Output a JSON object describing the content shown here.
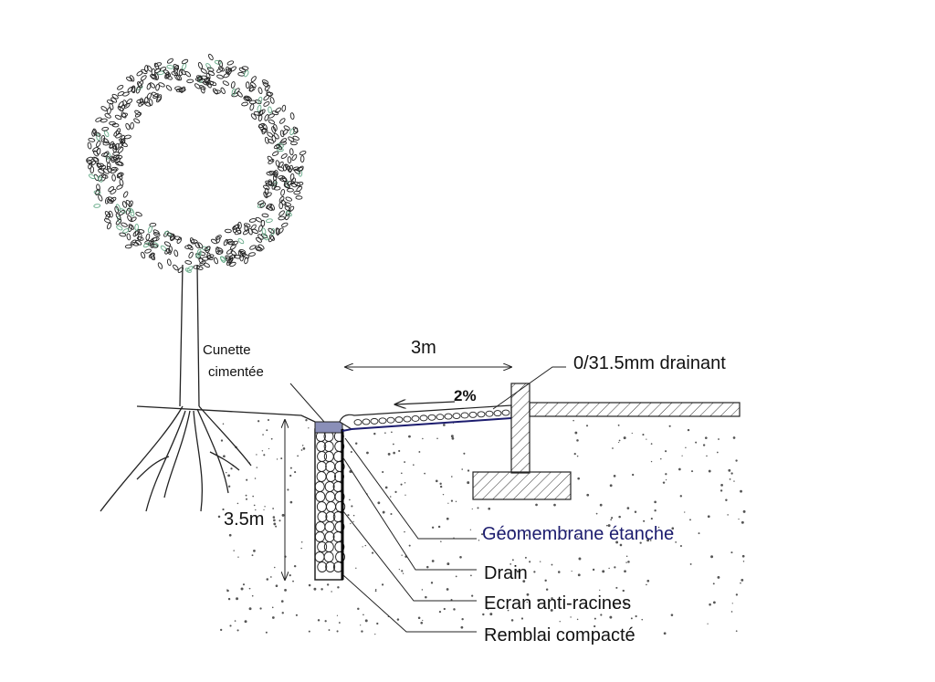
{
  "labels": {
    "cunette_line1": "Cunette",
    "cunette_line2": "cimentée",
    "width_dim": "3m",
    "slope": "2%",
    "gravel": "0/31.5mm drainant",
    "depth_dim": "3.5m",
    "geomembrane": "Géomembrane étanche",
    "drain": "Drain",
    "root_barrier": "Ecran anti-racines",
    "backfill": "Remblai compacté"
  },
  "colors": {
    "geomembrane": "#1c1c6e",
    "ink": "#111111"
  }
}
